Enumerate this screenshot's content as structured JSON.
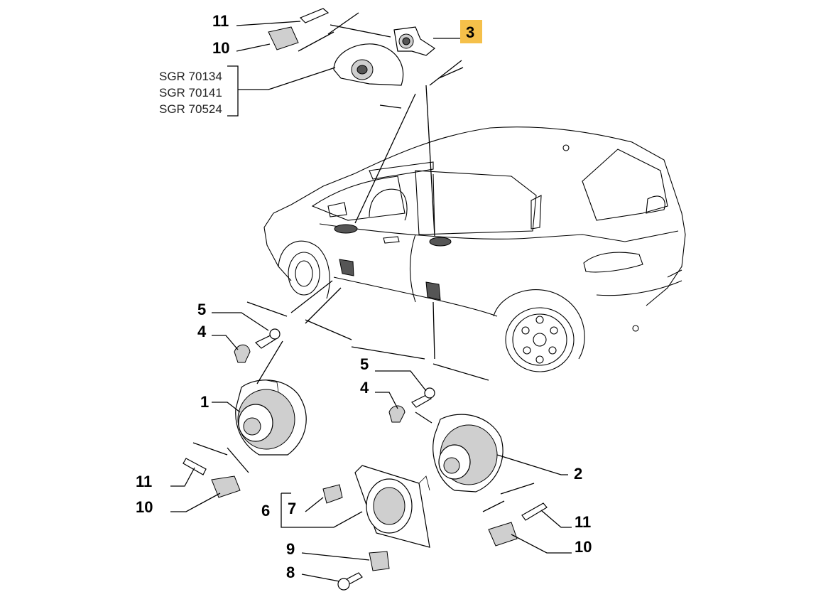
{
  "callouts": {
    "c1": "1",
    "c2": "2",
    "c3": "3",
    "c4a": "4",
    "c4b": "4",
    "c5a": "5",
    "c5b": "5",
    "c6": "6",
    "c7": "7",
    "c8": "8",
    "c9": "9",
    "c10a": "10",
    "c10b": "10",
    "c10c": "10",
    "c11a": "11",
    "c11b": "11",
    "c11c": "11"
  },
  "references": [
    "SGR 70134",
    "SGR 70141",
    "SGR 70524"
  ],
  "colors": {
    "highlight": "#f5c04a",
    "ink": "#000000",
    "background": "#ffffff"
  }
}
